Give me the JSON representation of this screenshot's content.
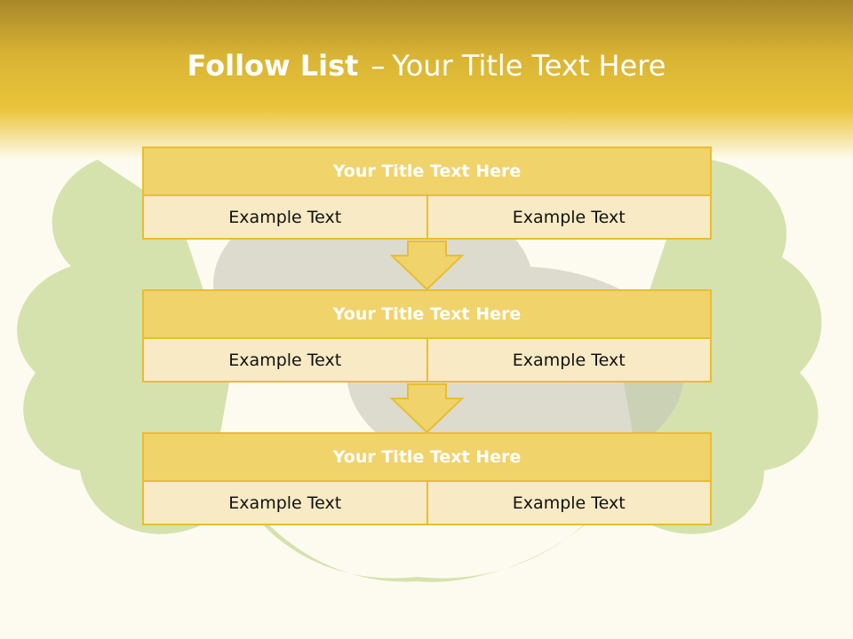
{
  "slide": {
    "title_bold": "Follow List",
    "title_dash": "–",
    "title_rest": "Your Title Text Here"
  },
  "blocks": [
    {
      "title": "Your Title Text Here",
      "left": "Example Text",
      "right": "Example Text"
    },
    {
      "title": "Your Title Text Here",
      "left": "Example Text",
      "right": "Example Text"
    },
    {
      "title": "Your Title Text Here",
      "left": "Example Text",
      "right": "Example Text"
    }
  ],
  "colors": {
    "accent": "#e8be2e",
    "header_fill": "#f0d36b",
    "row_fill": "#f8eac4",
    "lettuce": "#a9c66a"
  },
  "icons": [
    "down-arrow-icon"
  ]
}
